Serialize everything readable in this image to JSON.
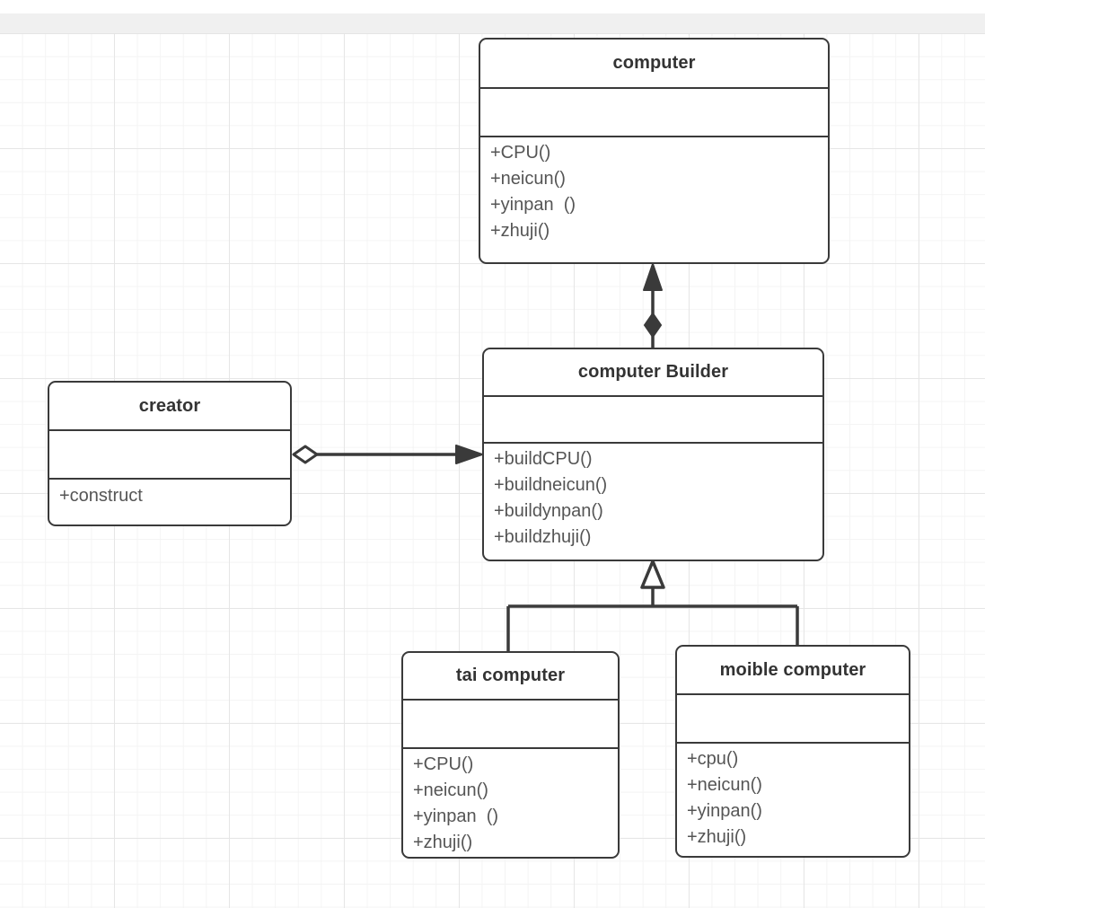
{
  "app": {
    "background_color": "#ffffff",
    "toolbar_color": "#f0f0f0",
    "grid_color": "#e6e6e6",
    "stroke_color": "#3a3a3a",
    "title_color": "#333333",
    "member_color": "#555555"
  },
  "diagram": {
    "type": "uml-class-diagram",
    "classes": [
      {
        "id": "computer",
        "name": "computer",
        "attributes": [],
        "methods": [
          "+CPU()",
          "+neicun()",
          "+yinpan  ()",
          "+zhuji()"
        ]
      },
      {
        "id": "builder",
        "name": "computer Builder",
        "attributes": [],
        "methods": [
          "+buildCPU()",
          "+buildneicun()",
          "+buildynpan()",
          "+buildzhuji()"
        ]
      },
      {
        "id": "creator",
        "name": "creator",
        "attributes": [],
        "methods": [
          "+construct"
        ]
      },
      {
        "id": "tai",
        "name": "tai computer",
        "attributes": [],
        "methods": [
          "+CPU()",
          "+neicun()",
          "+yinpan  ()",
          "+zhuji()"
        ]
      },
      {
        "id": "moible",
        "name": "moible computer",
        "attributes": [],
        "methods": [
          "+cpu()",
          "+neicun()",
          "+yinpan()",
          "+zhuji()"
        ]
      }
    ],
    "relationships": [
      {
        "id": "builder-composes-computer",
        "kind": "composition",
        "from": "builder",
        "to": "computer",
        "source_marker": "filled-diamond",
        "target_marker": "filled-arrow"
      },
      {
        "id": "creator-aggregates-builder",
        "kind": "aggregation",
        "from": "creator",
        "to": "builder",
        "source_marker": "hollow-diamond",
        "target_marker": "filled-arrow"
      },
      {
        "id": "tai-inherits-builder",
        "kind": "generalization",
        "from": "tai",
        "to": "builder",
        "target_marker": "hollow-triangle"
      },
      {
        "id": "moible-inherits-builder",
        "kind": "generalization",
        "from": "moible",
        "to": "builder",
        "target_marker": "hollow-triangle"
      }
    ]
  }
}
